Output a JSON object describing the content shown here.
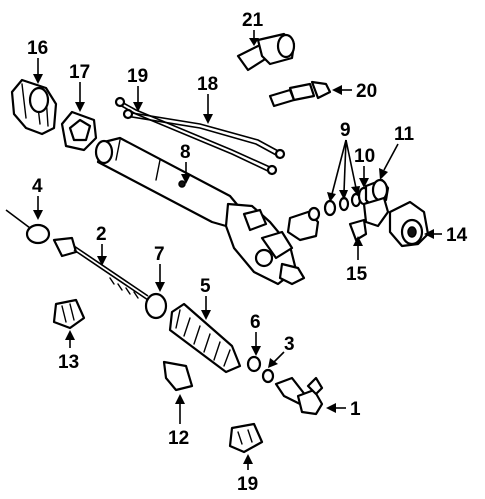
{
  "callouts": {
    "c1": "1",
    "c2": "2",
    "c3": "3",
    "c4": "4",
    "c5": "5",
    "c6": "6",
    "c7": "7",
    "c8": "8",
    "c9": "9",
    "c10": "10",
    "c11": "11",
    "c12": "12",
    "c13": "13",
    "c14": "14",
    "c15": "15",
    "c16": "16",
    "c17": "17",
    "c18": "18",
    "c19a": "19",
    "c19b": "19",
    "c20": "20",
    "c21": "21"
  },
  "colors": {
    "ink": "#000000",
    "paper": "#ffffff"
  }
}
